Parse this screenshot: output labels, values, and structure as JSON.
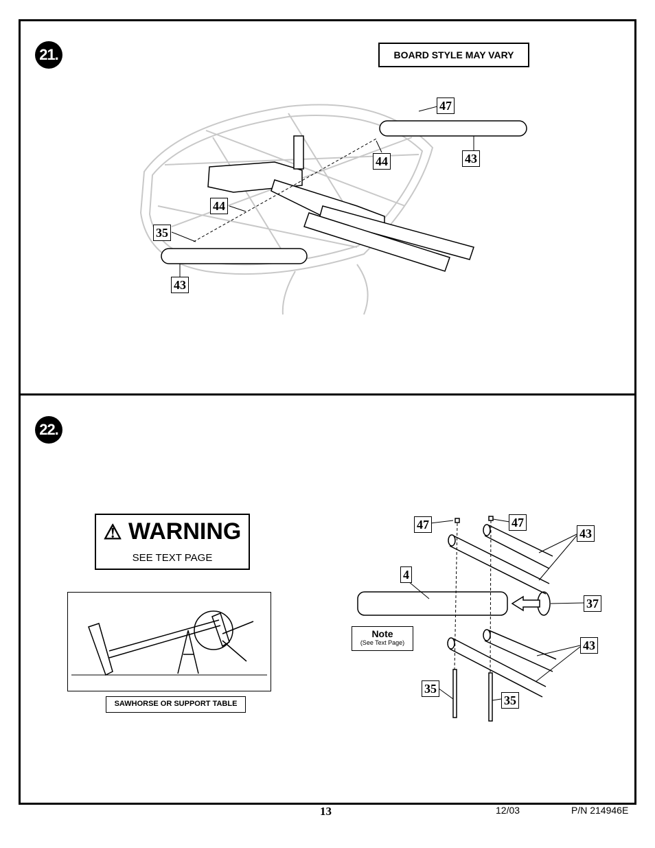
{
  "steps": [
    {
      "number": "21.",
      "board_note": "BOARD STYLE MAY VARY",
      "callouts": [
        "47",
        "43",
        "44",
        "44",
        "35",
        "43"
      ]
    },
    {
      "number": "22.",
      "warning": {
        "title": "WARNING",
        "subtitle": "SEE TEXT PAGE"
      },
      "inset_caption": "SAWHORSE OR SUPPORT TABLE",
      "note": {
        "title": "Note",
        "sub": "(See Text Page)"
      },
      "callouts": [
        "47",
        "47",
        "43",
        "4",
        "37",
        "43",
        "35",
        "35"
      ]
    }
  ],
  "footer": {
    "page": "13",
    "date": "12/03",
    "part_number": "P/N 214946E"
  }
}
